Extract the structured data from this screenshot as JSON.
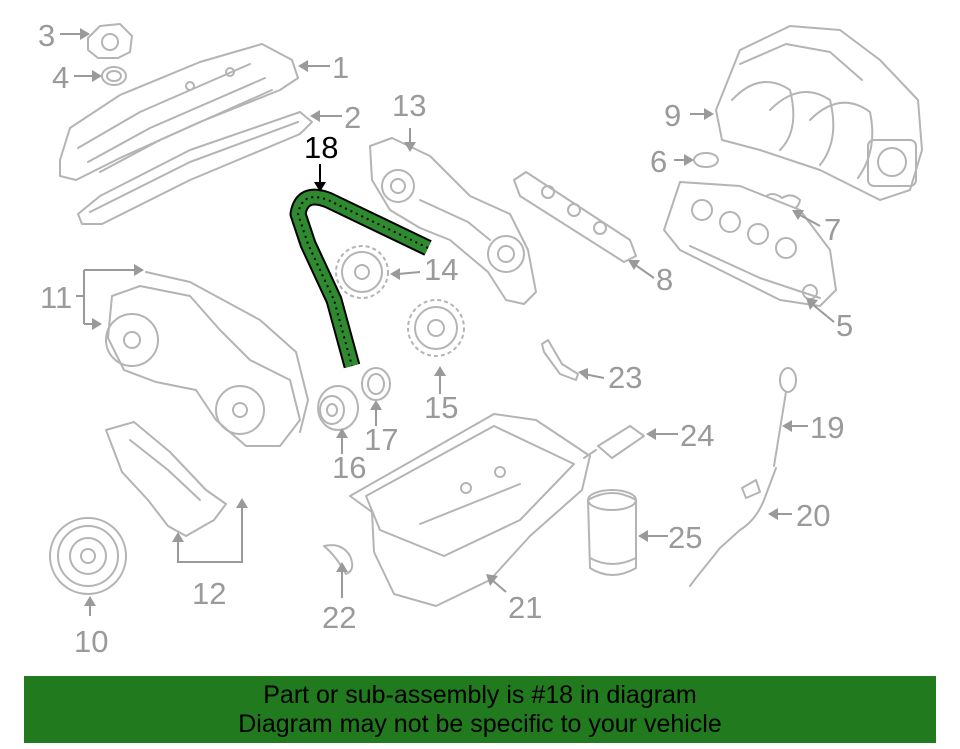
{
  "diagram": {
    "callouts": [
      {
        "id": "1",
        "label": "1"
      },
      {
        "id": "2",
        "label": "2"
      },
      {
        "id": "3",
        "label": "3"
      },
      {
        "id": "4",
        "label": "4"
      },
      {
        "id": "5",
        "label": "5"
      },
      {
        "id": "6",
        "label": "6"
      },
      {
        "id": "7",
        "label": "7"
      },
      {
        "id": "8",
        "label": "8"
      },
      {
        "id": "9",
        "label": "9"
      },
      {
        "id": "10",
        "label": "10"
      },
      {
        "id": "11",
        "label": "11"
      },
      {
        "id": "12",
        "label": "12"
      },
      {
        "id": "13",
        "label": "13"
      },
      {
        "id": "14",
        "label": "14"
      },
      {
        "id": "15",
        "label": "15"
      },
      {
        "id": "16",
        "label": "16"
      },
      {
        "id": "17",
        "label": "17"
      },
      {
        "id": "18",
        "label": "18"
      },
      {
        "id": "19",
        "label": "19"
      },
      {
        "id": "20",
        "label": "20"
      },
      {
        "id": "21",
        "label": "21"
      },
      {
        "id": "22",
        "label": "22"
      },
      {
        "id": "23",
        "label": "23"
      },
      {
        "id": "24",
        "label": "24"
      },
      {
        "id": "25",
        "label": "25"
      }
    ],
    "highlighted_part": "18",
    "colors": {
      "highlight": "#2f8a2f",
      "banner": "#217a1d",
      "line_art": "#b4b4b4"
    }
  },
  "banner": {
    "line1": "Part or sub-assembly is #18 in diagram",
    "line2": "Diagram may not be specific to your vehicle"
  }
}
